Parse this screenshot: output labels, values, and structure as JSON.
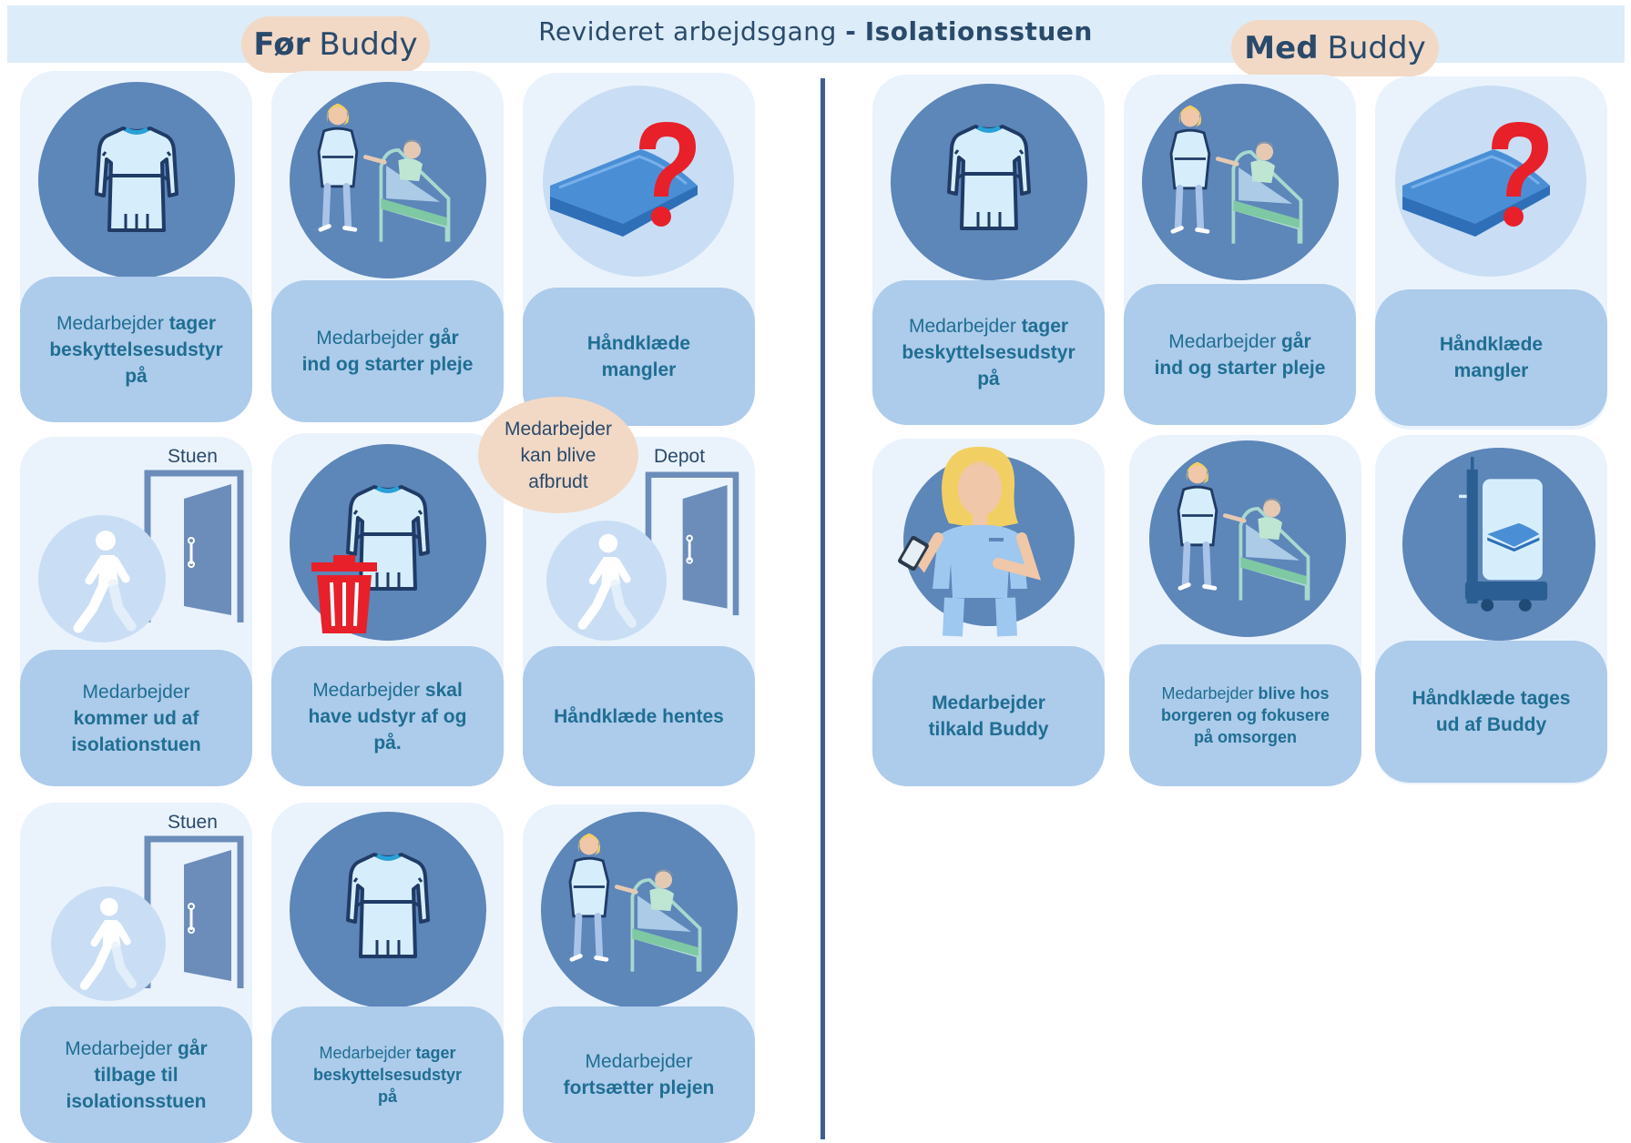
{
  "header": {
    "title_regular": "Revideret arbejdsgang",
    "title_separator": "-",
    "title_bold": "Isolationsstuen",
    "before_bold": "Før",
    "before_rest": "Buddy",
    "after_bold": "Med",
    "after_rest": "Buddy"
  },
  "bubble": {
    "line1": "Medarbejder",
    "line2": "kan blive",
    "line3": "afbrudt"
  },
  "before": {
    "r1c1": {
      "l1a": "Medarbejder ",
      "l1b": "tager",
      "l2": "beskyttelsesudstyr",
      "l3": "på",
      "icon": "gown-icon"
    },
    "r1c2": {
      "l1a": "Medarbejder ",
      "l1b": "går",
      "l2": "ind og starter pleje",
      "icon": "nurse-patient-bed-icon"
    },
    "r1c3": {
      "l1": "Håndklæde",
      "l2": "mangler",
      "icon": "towel-missing-icon"
    },
    "r2c1": {
      "tag": "Stuen",
      "l1": "Medarbejder",
      "l2": "kommer ud af",
      "l3": "isolationstuen",
      "icon": "walking-person-door-icon"
    },
    "r2c2": {
      "l1a": "Medarbejder ",
      "l1b": "skal",
      "l2": "have udstyr af og",
      "l3": "på.",
      "icon": "gown-trash-icon"
    },
    "r2c3": {
      "tag": "Depot",
      "l1": "Håndklæde hentes",
      "icon": "walking-person-door-icon"
    },
    "r3c1": {
      "tag": "Stuen",
      "l1a": "Medarbejder ",
      "l1b": "går",
      "l2": "tilbage til",
      "l3": "isolationsstuen",
      "icon": "walking-person-door-icon"
    },
    "r3c2": {
      "l1a": "Medarbejder ",
      "l1b": "tager",
      "l2": "beskyttelsesudstyr",
      "l3": "på",
      "icon": "gown-icon"
    },
    "r3c3": {
      "l1": "Medarbejder",
      "l2": "fortsætter plejen",
      "icon": "nurse-patient-bed-icon"
    }
  },
  "after": {
    "r1c1": {
      "l1a": "Medarbejder ",
      "l1b": "tager",
      "l2": "beskyttelsesudstyr",
      "l3": "på",
      "icon": "gown-icon"
    },
    "r1c2": {
      "l1a": "Medarbejder ",
      "l1b": "går",
      "l2": "ind og starter pleje",
      "icon": "nurse-patient-bed-icon"
    },
    "r1c3": {
      "l1": "Håndklæde",
      "l2": "mangler",
      "icon": "towel-missing-icon"
    },
    "r2c1": {
      "l1": "Medarbejder",
      "l2": "tilkald Buddy",
      "icon": "nurse-phone-icon"
    },
    "r2c2": {
      "l1a": "Medarbejder ",
      "l1b": "blive hos",
      "l2": "borgeren og fokusere",
      "l3": "på omsorgen",
      "icon": "nurse-patient-bed-icon"
    },
    "r2c3": {
      "l1": "Håndklæde tages",
      "l2": "ud af Buddy",
      "icon": "robot-towel-icon"
    }
  },
  "colors": {
    "card_bg": "#eaf3fc",
    "label_bg": "#adcbea",
    "circle": "#5d86b9",
    "header_band": "#dcecf8",
    "pill": "#f2d9c6",
    "text_teal": "#1f6e93",
    "divider": "#3d5f8f",
    "alert_red": "#e8202a"
  }
}
